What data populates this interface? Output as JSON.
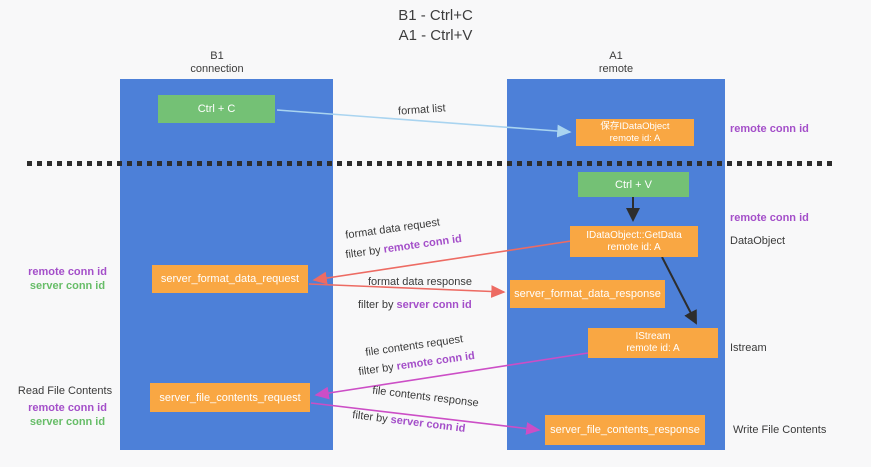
{
  "title": {
    "line1": "B1 - Ctrl+C",
    "line2": "A1 - Ctrl+V"
  },
  "columns": {
    "left": {
      "name": "B1",
      "role": "connection"
    },
    "right": {
      "name": "A1",
      "role": "remote"
    }
  },
  "nodes": {
    "ctrl_c": {
      "label": "Ctrl + C"
    },
    "save_dataobject": {
      "line1": "保存IDataObject",
      "line2": "remote id: A"
    },
    "ctrl_v": {
      "label": "Ctrl + V"
    },
    "getdata": {
      "line1": "IDataObject::GetData",
      "line2": "remote id: A"
    },
    "istream": {
      "line1": "IStream",
      "line2": "remote id: A"
    },
    "format_request": {
      "label": "server_format_data_request"
    },
    "format_response": {
      "label": "server_format_data_response"
    },
    "file_request": {
      "label": "server_file_contents_request"
    },
    "file_response": {
      "label": "server_file_contents_response"
    }
  },
  "arrow_labels": {
    "format_list": "format list",
    "format_data_request": "format data request",
    "format_data_response": "format data response",
    "file_contents_request": "file contents request",
    "file_contents_response": "file contents response",
    "filter_by": "filter by ",
    "remote_conn_id": "remote conn id",
    "server_conn_id": "server conn id"
  },
  "side_labels": {
    "remote_conn_id": "remote conn id",
    "server_conn_id": "server conn id",
    "dataobject": "DataObject",
    "istream": "Istream",
    "read_file_contents": "Read File Contents",
    "write_file_contents": "Write File Contents"
  },
  "colors": {
    "lane_blue": "#4d80d8",
    "node_orange": "#f9a743",
    "node_green": "#74c175",
    "arrow_blue": "#a9d4f0",
    "arrow_red": "#ed6b63",
    "arrow_magenta": "#cc4ec6",
    "arrow_black": "#2d2d2d",
    "conn_id_purple": "#a44fc9",
    "conn_id_green": "#67bd68"
  }
}
